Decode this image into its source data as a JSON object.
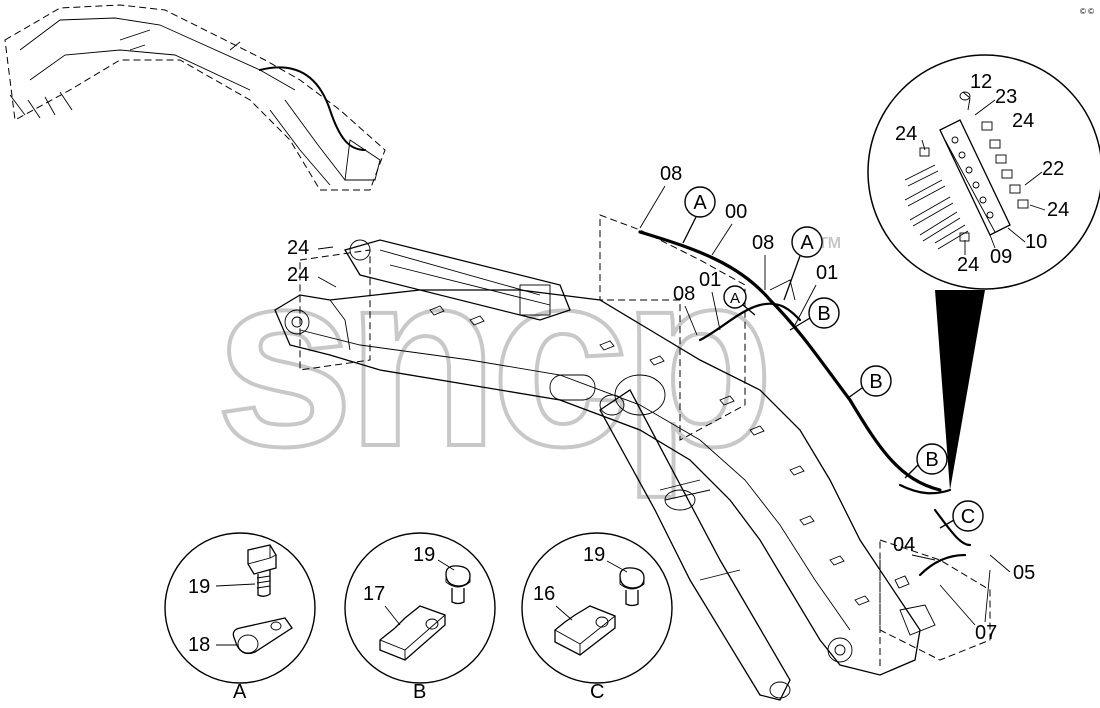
{
  "watermark": {
    "text": "sncp",
    "tm": "TM"
  },
  "corner_mark": "© ©",
  "balloons": {
    "A": "A",
    "B": "B",
    "C": "C"
  },
  "part_labels": {
    "p00": "00",
    "p01a": "01",
    "p01b": "01",
    "p04": "04",
    "p05": "05",
    "p07": "07",
    "p08a": "08",
    "p08b": "08",
    "p08c": "08",
    "p24a": "24",
    "p24b": "24"
  },
  "detail_top": {
    "labels": [
      "12",
      "23",
      "24",
      "24",
      "22",
      "24",
      "10",
      "09",
      "24"
    ]
  },
  "detail_A": {
    "caption": "A",
    "labels": [
      "19",
      "18"
    ]
  },
  "detail_B": {
    "caption": "B",
    "labels": [
      "19",
      "17"
    ]
  },
  "detail_C": {
    "caption": "C",
    "labels": [
      "19",
      "16"
    ]
  }
}
